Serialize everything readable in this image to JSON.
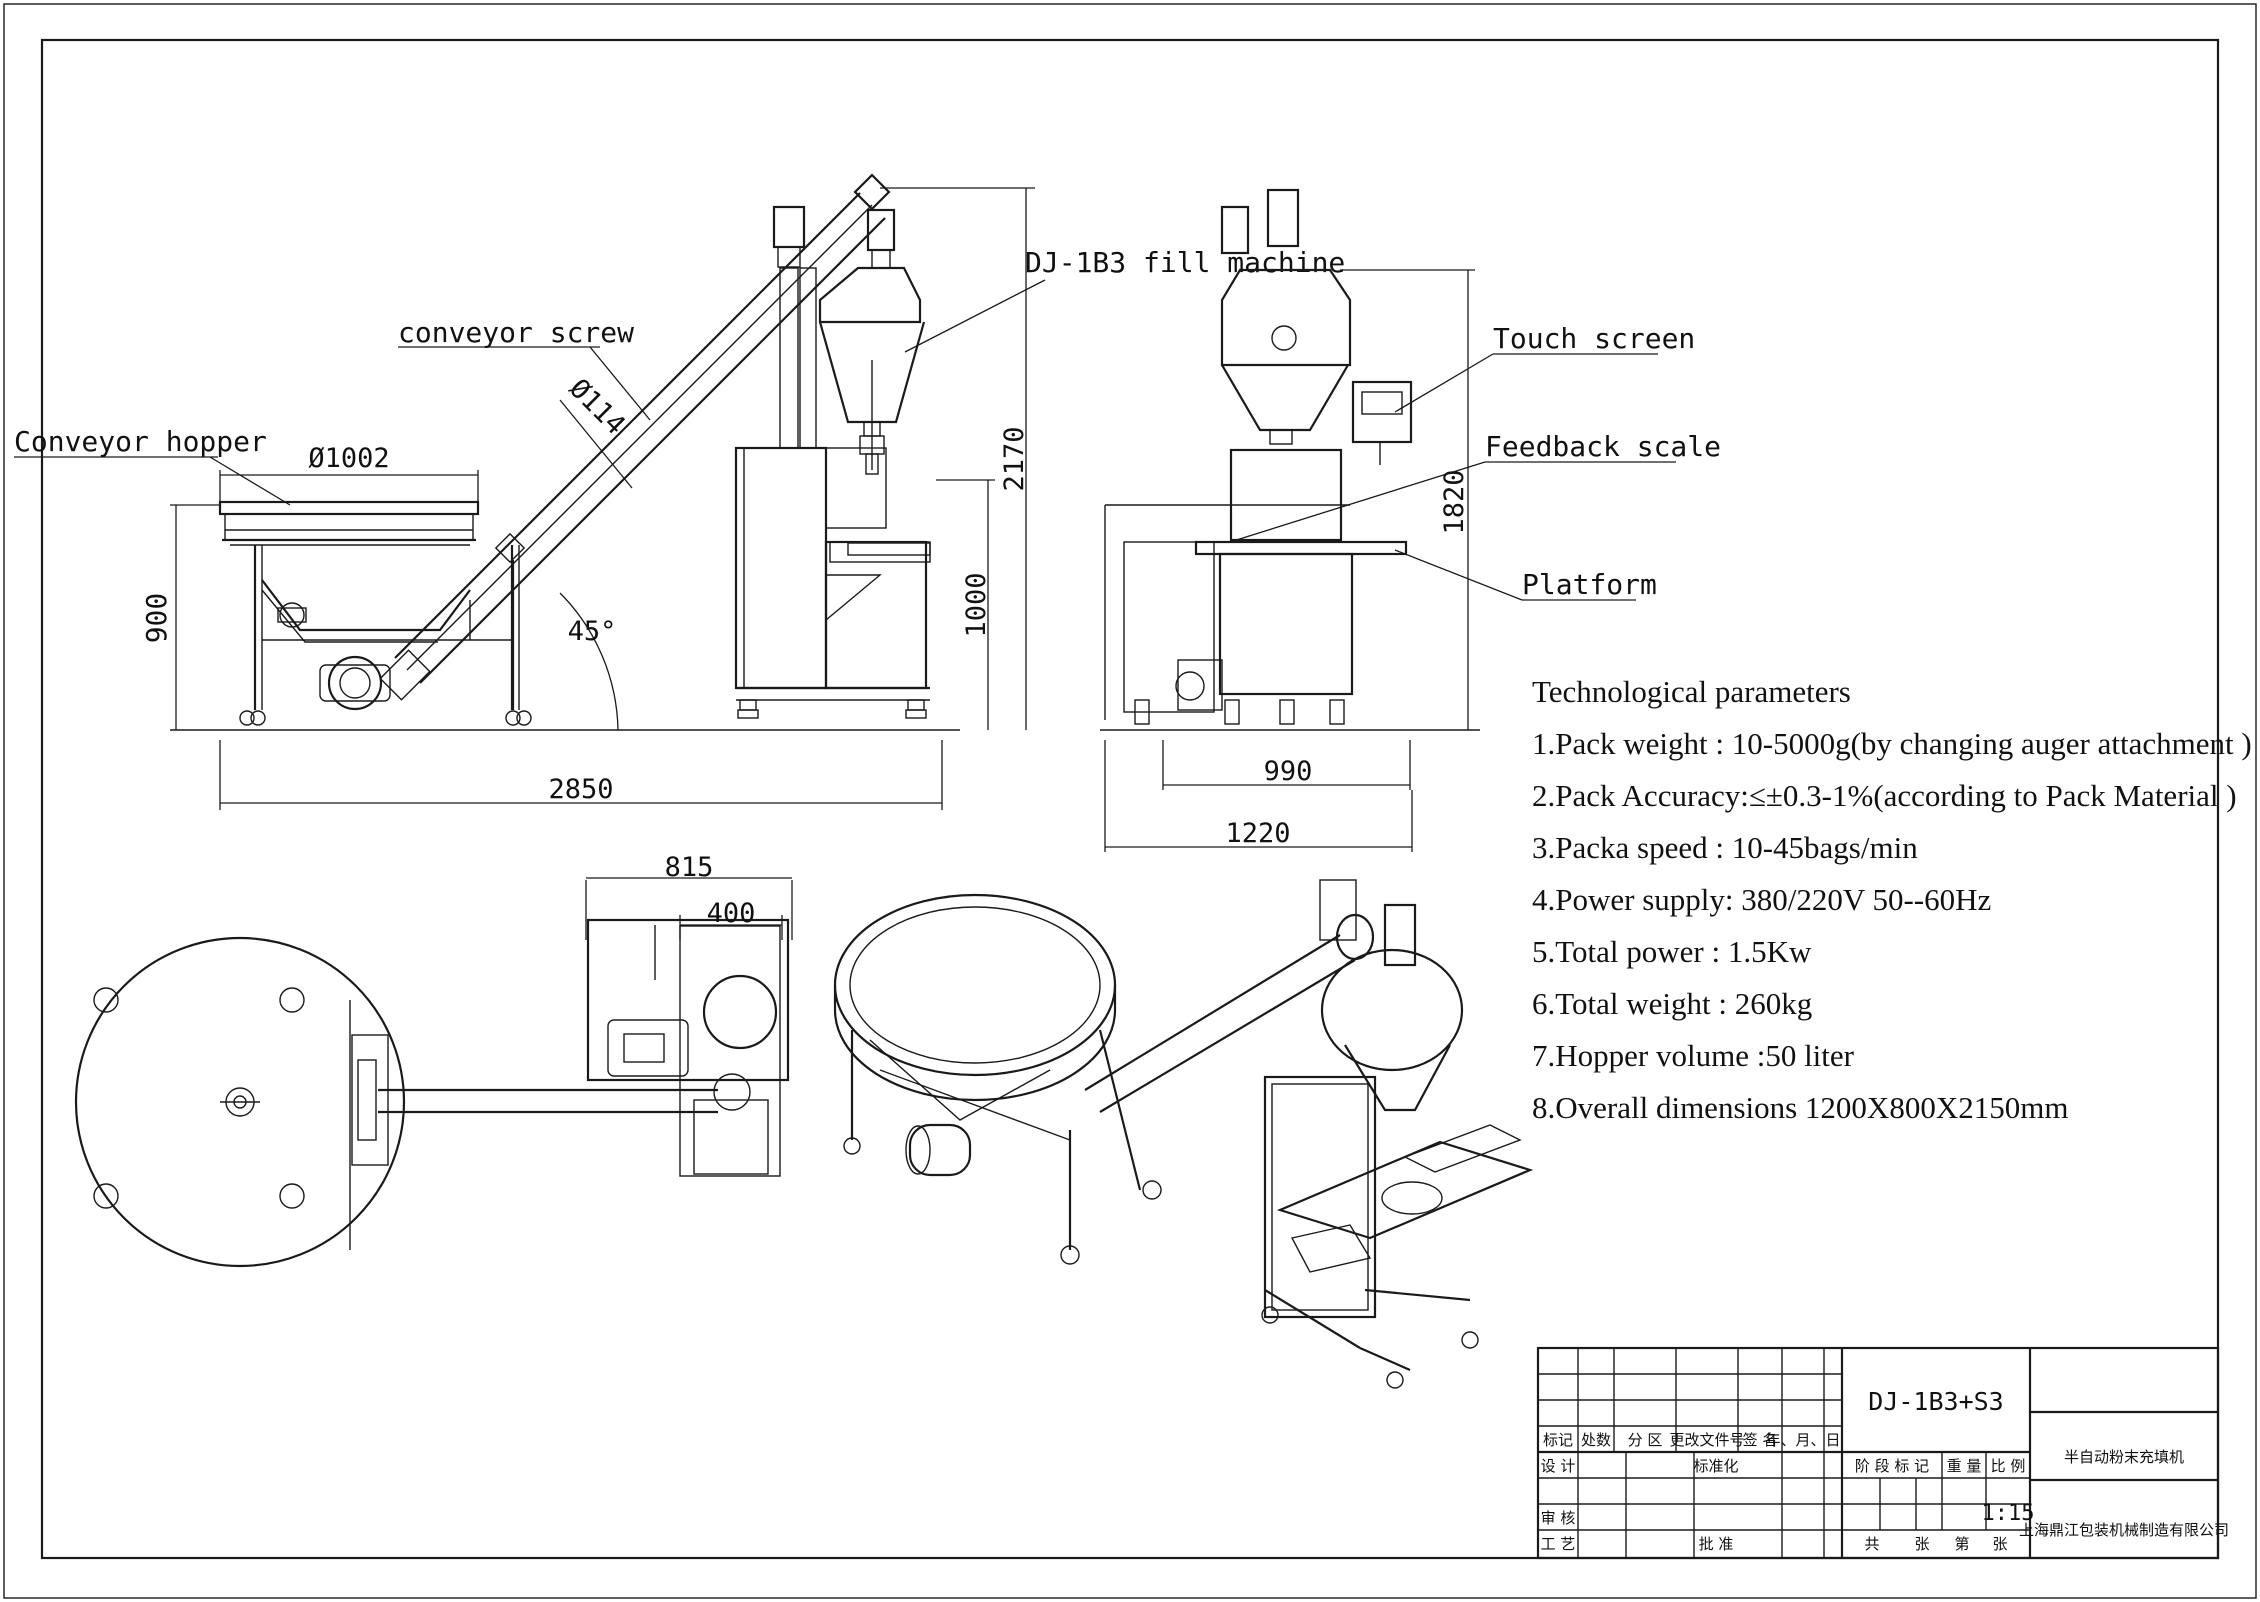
{
  "labels": {
    "machine": "DJ-1B3 fill machine",
    "conveyor_screw": "conveyor screw",
    "conveyor_hopper": "Conveyor hopper",
    "touch_screen": "Touch screen",
    "feedback_scale": "Feedback scale",
    "platform": "Platform"
  },
  "dimensions": {
    "hopper_diameter": "Ø1002",
    "screw_diameter": "Ø114",
    "angle": "45°",
    "hopper_height": "900",
    "machine_height": "2170",
    "platform_height": "1000",
    "front_height": "1820",
    "total_length": "2850",
    "front_width_inner": "990",
    "front_width_outer": "1220",
    "top_width_outer": "815",
    "top_width_inner": "400"
  },
  "params": {
    "title": "Technological  parameters",
    "items": [
      "1.Pack  weight : 10-5000g(by changing auger attachment )",
      "2.Pack  Accuracy:≤±0.3-1%(according to Pack Material  )",
      "3.Packa  speed : 10-45bags/min",
      "4.Power  supply:  380/220V  50--60Hz",
      "5.Total  power :   1.5Kw",
      "6.Total   weight : 260kg",
      "7.Hopper  volume :50 liter",
      "8.Overall dimensions 1200X800X2150mm"
    ]
  },
  "title_block": {
    "model": "DJ-1B3+S3",
    "name": "半自动粉末充填机",
    "company": "上海鼎江包装机械制造有限公司",
    "scale": "1:15",
    "row_headers": [
      "标记",
      "处数",
      "分 区",
      "更改文件号",
      "签 名",
      "年、月、日"
    ],
    "design": "设 计",
    "standardize": "标准化",
    "review": "审 核",
    "process": "工 艺",
    "approve": "批 准",
    "stage_mark": "阶 段 标 记",
    "weight": "重 量",
    "ratio": "比 例",
    "total": "共",
    "sheets": "张",
    "sheet_no": "第",
    "sheet_unit": "张"
  }
}
